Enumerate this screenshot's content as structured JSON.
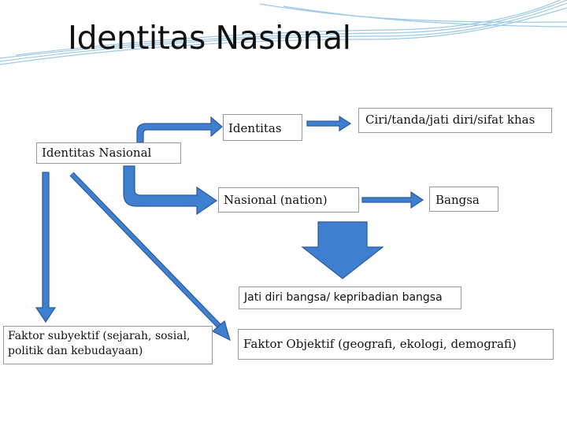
{
  "slide": {
    "title": "Identitas Nasional"
  },
  "boxes": {
    "identitas": "Identitas",
    "ciri": "Ciri/tanda/jati diri/sifat khas",
    "identitas_nasional": "Identitas Nasional",
    "nasional": "Nasional (nation)",
    "bangsa": "Bangsa",
    "jati_diri": "Jati diri bangsa/ kepribadian bangsa",
    "faktor_subyektif": "Faktor subyektif (sejarah, sosial, politik dan kebudayaan)",
    "faktor_objektif": "Faktor Objektif (geografi, ekologi, demografi)"
  },
  "colors": {
    "arrow_fill": "#3f7fd0",
    "arrow_stroke": "#2a5a9c",
    "header_swoosh": "#9cc9e6"
  }
}
